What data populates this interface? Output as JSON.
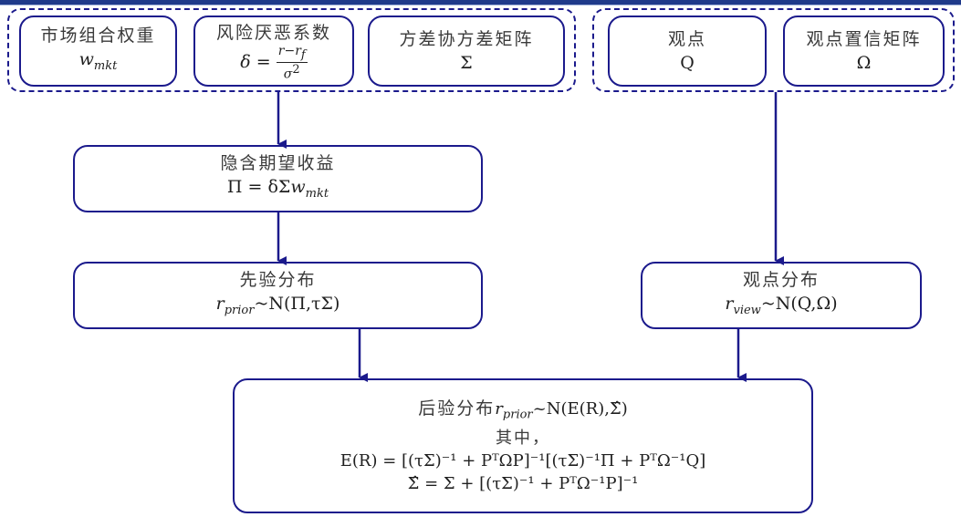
{
  "header": {
    "accent_color": "#1f3a8a"
  },
  "colors": {
    "stroke": "#1b1a8c"
  },
  "inputs_left": [
    {
      "title": "市场组合权重",
      "formula": "w_mkt"
    },
    {
      "title": "风险厌恶系数",
      "formula": "δ = (r − r_f) / σ²",
      "formula_lhs": "δ =",
      "num": "r−r",
      "num_sub": "f",
      "den": "σ",
      "den_sup": "2"
    },
    {
      "title": "方差协方差矩阵",
      "formula": "Σ"
    }
  ],
  "inputs_right": [
    {
      "title": "观点",
      "formula": "Q"
    },
    {
      "title": "观点置信矩阵",
      "formula": "Ω"
    }
  ],
  "implied": {
    "title": "隐含期望收益",
    "lhs": "Π = δΣ",
    "var": "w",
    "sub": "mkt"
  },
  "prior": {
    "title": "先验分布",
    "var": "r",
    "sub": "prior",
    "rhs": "~N(Π,τΣ)"
  },
  "view": {
    "title": "观点分布",
    "var": "r",
    "sub": "view",
    "rhs": "~N(Q,Ω)"
  },
  "posterior": {
    "title": "后验分布",
    "var": "r",
    "sub": "prior",
    "rhs": "~N(E(R),Σ̂)",
    "where": "其中，",
    "eq1": "E(R) = [(τΣ)⁻¹ + PᵀΩP]⁻¹[(τΣ)⁻¹Π + PᵀΩ⁻¹Q]",
    "eq2": "Σ̂ = Σ + [(τΣ)⁻¹ + PᵀΩ⁻¹P]⁻¹"
  }
}
